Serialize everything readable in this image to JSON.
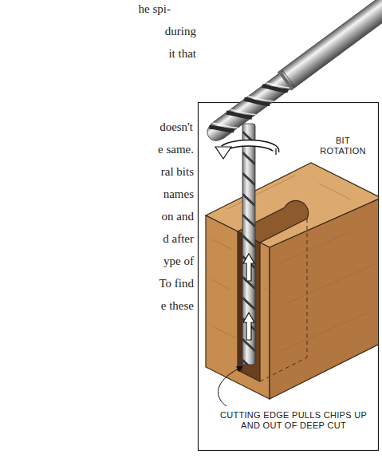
{
  "diagram": {
    "labels": [
      "he spi-",
      "during",
      "it that",
      "doesn't",
      "e same.",
      "ral bits",
      "names",
      "on and",
      "d after",
      "ype of",
      "To find",
      "e these",
      "BIT ROTATION",
      "CUTTING EDGE PULLS CHIPS UP AND OUT OF DEEP CUT"
    ]
  }
}
